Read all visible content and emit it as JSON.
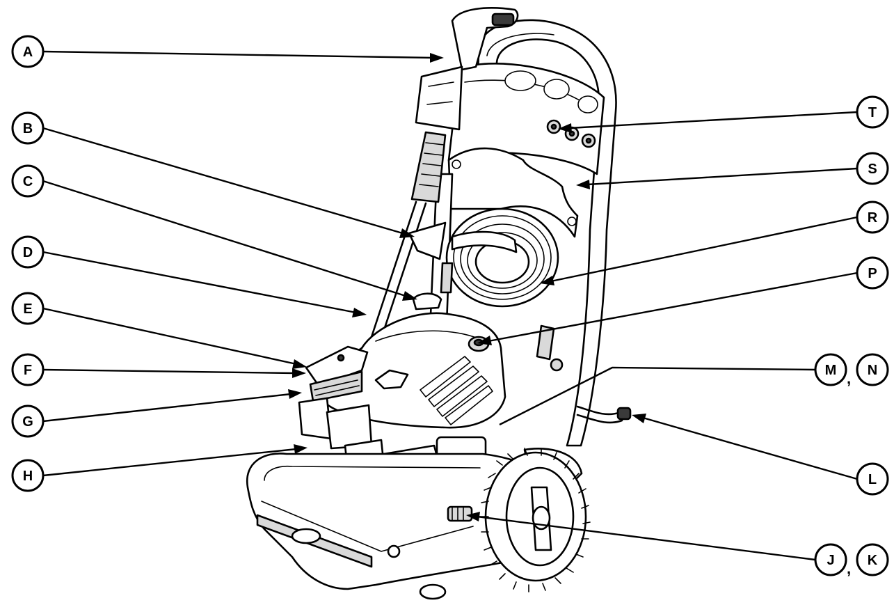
{
  "diagram": {
    "callouts": [
      {
        "id": "A",
        "label": "A"
      },
      {
        "id": "B",
        "label": "B"
      },
      {
        "id": "C",
        "label": "C"
      },
      {
        "id": "D",
        "label": "D"
      },
      {
        "id": "E",
        "label": "E"
      },
      {
        "id": "F",
        "label": "F"
      },
      {
        "id": "G",
        "label": "G"
      },
      {
        "id": "H",
        "label": "H"
      },
      {
        "id": "T",
        "label": "T"
      },
      {
        "id": "S",
        "label": "S"
      },
      {
        "id": "R",
        "label": "R"
      },
      {
        "id": "P",
        "label": "P"
      },
      {
        "id": "M",
        "label": "M"
      },
      {
        "id": "N",
        "label": "N"
      },
      {
        "id": "L",
        "label": "L"
      },
      {
        "id": "J",
        "label": "J"
      },
      {
        "id": "K",
        "label": "K"
      }
    ],
    "separators": {
      "mn": ",",
      "jk": ","
    }
  }
}
